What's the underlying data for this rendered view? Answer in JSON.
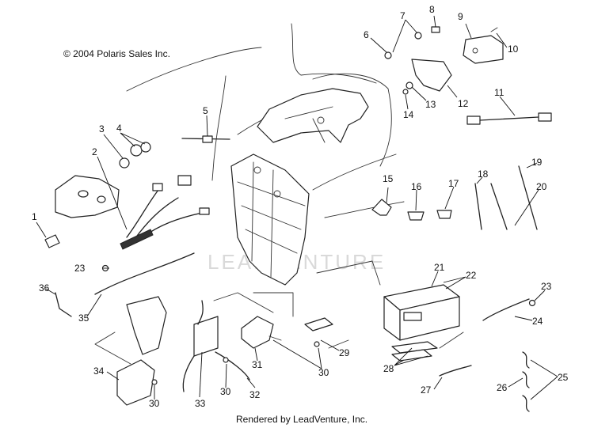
{
  "copyright": "© 2004 Polaris Sales Inc.",
  "footer": "Rendered by LeadVenture, Inc.",
  "watermark": "LEADVENTURE",
  "callouts": [
    "1",
    "2",
    "3",
    "4",
    "5",
    "6",
    "7",
    "8",
    "9",
    "10",
    "11",
    "12",
    "13",
    "14",
    "15",
    "16",
    "17",
    "18",
    "19",
    "20",
    "21",
    "22",
    "23",
    "24",
    "25",
    "26",
    "27",
    "28",
    "29",
    "30",
    "31",
    "32",
    "33",
    "34",
    "35",
    "36"
  ],
  "colors": {
    "line": "#222222",
    "background": "#ffffff",
    "watermark": "#d9d9d9"
  }
}
